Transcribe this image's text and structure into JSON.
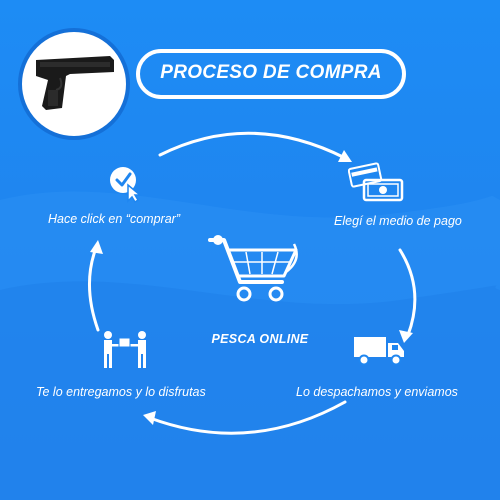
{
  "header": {
    "title": "PROCESO DE COMPRA"
  },
  "steps": [
    {
      "label": "Hace click en “comprar”",
      "icon": "click-cursor-icon"
    },
    {
      "label": "Elegí el medio de pago",
      "icon": "payment-icon"
    },
    {
      "label": "Lo despachamos y enviamos",
      "icon": "delivery-truck-icon"
    },
    {
      "label": "Te lo entregamos y lo disfrutas",
      "icon": "handover-icon"
    }
  ],
  "center": {
    "brand_prefix": "PESCA ",
    "brand_suffix": "ONLINE",
    "icon": "shopping-cart-icon"
  },
  "colors": {
    "background": "#1f86f0",
    "foreground": "#ffffff",
    "circle_border": "#1470d8"
  }
}
